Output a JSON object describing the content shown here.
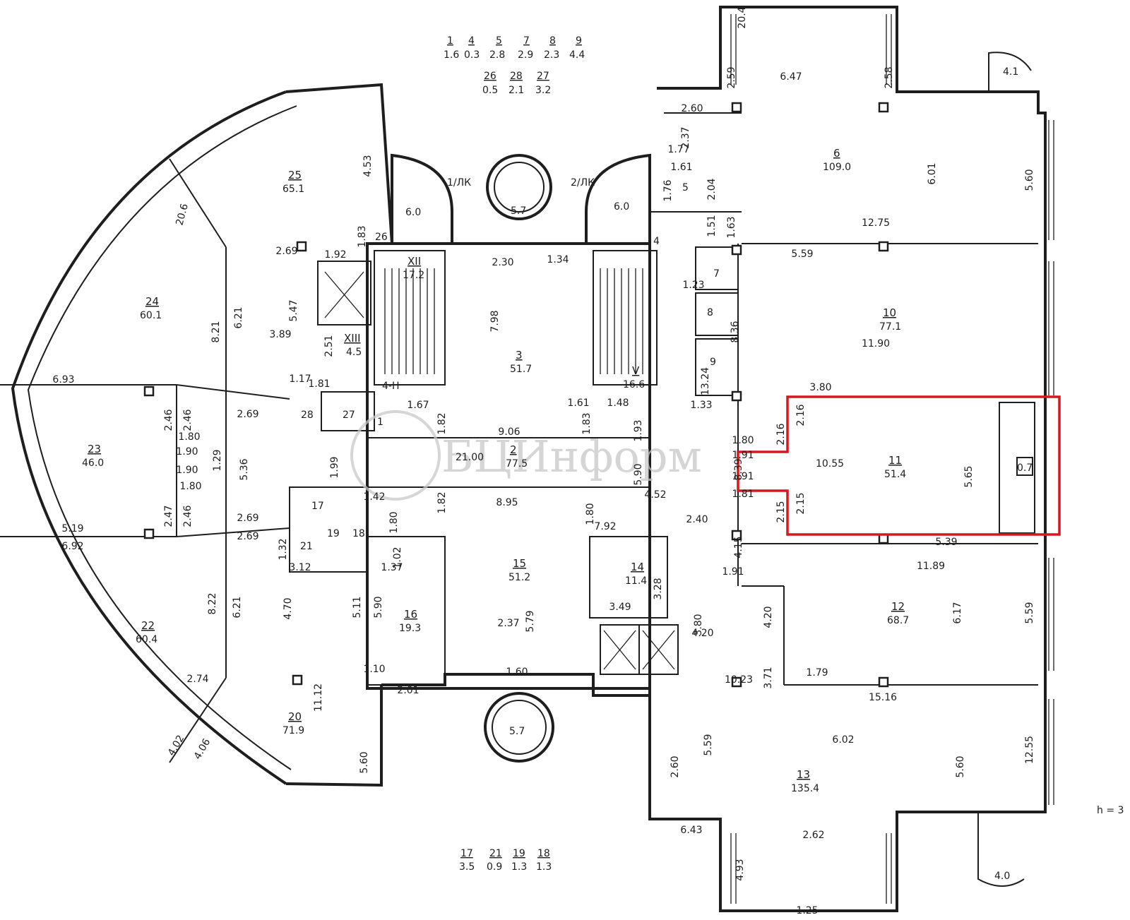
{
  "legend_top": [
    {
      "room": "1",
      "area": "1.6"
    },
    {
      "room": "4",
      "area": "0.3"
    },
    {
      "room": "5",
      "area": "2.8"
    },
    {
      "room": "7",
      "area": "2.9"
    },
    {
      "room": "8",
      "area": "2.3"
    },
    {
      "room": "9",
      "area": "4.4"
    },
    {
      "room": "26",
      "area": "0.5"
    },
    {
      "room": "28",
      "area": "2.1"
    },
    {
      "room": "27",
      "area": "3.2"
    }
  ],
  "legend_bottom": [
    {
      "room": "17",
      "area": "3.5"
    },
    {
      "room": "21",
      "area": "0.9"
    },
    {
      "room": "19",
      "area": "1.3"
    },
    {
      "room": "18",
      "area": "1.3"
    }
  ],
  "rooms": [
    {
      "id": "r25",
      "number": "25",
      "area": "65.1"
    },
    {
      "id": "r24",
      "number": "24",
      "area": "60.1"
    },
    {
      "id": "r23",
      "number": "23",
      "area": "46.0"
    },
    {
      "id": "r22",
      "number": "22",
      "area": "60.4"
    },
    {
      "id": "r20",
      "number": "20",
      "area": "71.9"
    },
    {
      "id": "r6",
      "number": "6",
      "area": "109.0"
    },
    {
      "id": "r10",
      "number": "10",
      "area": "77.1"
    },
    {
      "id": "r11",
      "number": "11",
      "area": "51.4"
    },
    {
      "id": "r12",
      "number": "12",
      "area": "68.7"
    },
    {
      "id": "r13",
      "number": "13",
      "area": "135.4"
    },
    {
      "id": "r3",
      "number": "3",
      "area": "51.7"
    },
    {
      "id": "r2",
      "number": "2",
      "area": "77.5"
    },
    {
      "id": "r15",
      "number": "15",
      "area": "51.2"
    },
    {
      "id": "r16",
      "number": "16",
      "area": "19.3"
    },
    {
      "id": "r14",
      "number": "14",
      "area": "11.4"
    },
    {
      "id": "rXII",
      "number": "XII",
      "area": "17.2"
    },
    {
      "id": "rV",
      "number": "V",
      "area": "16.6"
    },
    {
      "id": "rXIII",
      "number": "XIII",
      "area": "4.5"
    }
  ],
  "labels": {
    "r1": "1",
    "r4": "4",
    "r5": "5",
    "r7": "7",
    "r8": "8",
    "r9": "9",
    "r17": "17",
    "r18": "18",
    "r19": "19",
    "r21": "21",
    "r26": "26",
    "r27": "27",
    "r28": "28",
    "lk1": "1/ЛК",
    "lk2": "2/ЛК",
    "n4": "4-Н",
    "bay_top": "5.7",
    "bay_bottom": "5.7",
    "lobby_l": "6.0",
    "lobby_r": "6.0",
    "balc_top": "4.1",
    "balc_bottom": "4.0",
    "box": "0.7",
    "height_note": "h = 3"
  },
  "dims": [
    "2.69",
    "3.89",
    "5.47",
    "6.21",
    "8.21",
    "1.83",
    "4.53",
    "1.92",
    "2.51",
    "1.81",
    "1.17",
    "6.93",
    "2.46",
    "2.46",
    "1.80",
    "1.90",
    "1.29",
    "1.90",
    "1.80",
    "5.36",
    "2.69",
    "2.47",
    "2.46",
    "5.19",
    "6.92",
    "2.69",
    "2.69",
    "1.32",
    "3.12",
    "1.99",
    "4.70",
    "6.21",
    "8.22",
    "5.11",
    "5.90",
    "2.74",
    "11.12",
    "4.02",
    "4.06",
    "5.60",
    "1.10",
    "2.01",
    "1.42",
    "1.80",
    "1.02",
    "1.37",
    "7.98",
    "2.30",
    "1.34",
    "9.06",
    "21.00",
    "1.67",
    "1.82",
    "1.83",
    "1.61",
    "1.48",
    "1.93",
    "8.95",
    "1.82",
    "1.80",
    "7.92",
    "5.79",
    "2.37",
    "1.60",
    "3.28",
    "3.49",
    "5.90",
    "4.52",
    "2.40",
    "1.33",
    "1.80",
    "2.16",
    "1.91",
    "8.39",
    "1.91",
    "1.81",
    "2.15",
    "2.60",
    "2.37",
    "1.77",
    "1.61",
    "1.76",
    "2.04",
    "1.51",
    "1.63",
    "1.23",
    "8.36",
    "13.24",
    "2.59",
    "2.58",
    "6.47",
    "6.01",
    "5.60",
    "12.75",
    "5.59",
    "11.90",
    "3.80",
    "10.55",
    "5.65",
    "2.16",
    "2.15",
    "5.39",
    "4.15",
    "11.89",
    "6.17",
    "5.59",
    "1.91",
    "4.20",
    "3.80",
    "4.20",
    "3.71",
    "1.79",
    "10.23",
    "15.16",
    "6.02",
    "5.60",
    "12.55",
    "5.59",
    "2.60",
    "6.43",
    "2.62",
    "4.93",
    "1.25",
    "20.4",
    "20.6"
  ],
  "watermark": "БЦИнформ",
  "highlight_color": "#d5171e"
}
